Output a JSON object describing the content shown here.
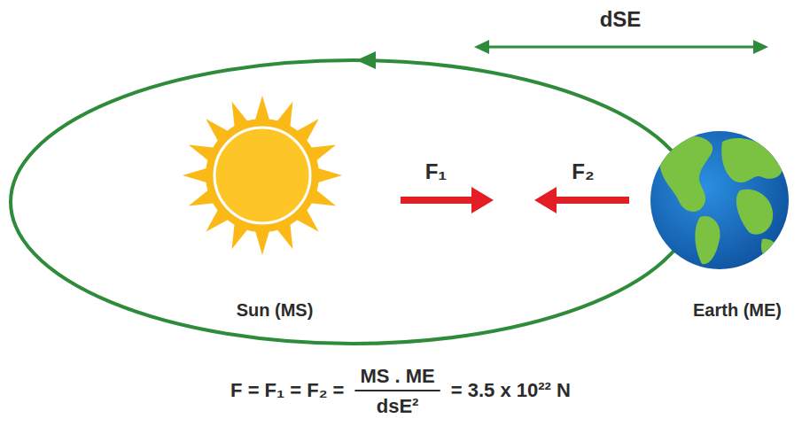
{
  "diagram": {
    "nodes": [
      {
        "text": [
          "Sun (MS)"
        ]
      },
      {
        "text": [
          "Earth (ME)"
        ]
      }
    ],
    "labels": [
      "dSE",
      "F₁",
      "F₂",
      "F = F₁ = F₂ =",
      "MS . ME",
      "dsE²",
      "= 3.5 x 10²² N"
    ]
  }
}
